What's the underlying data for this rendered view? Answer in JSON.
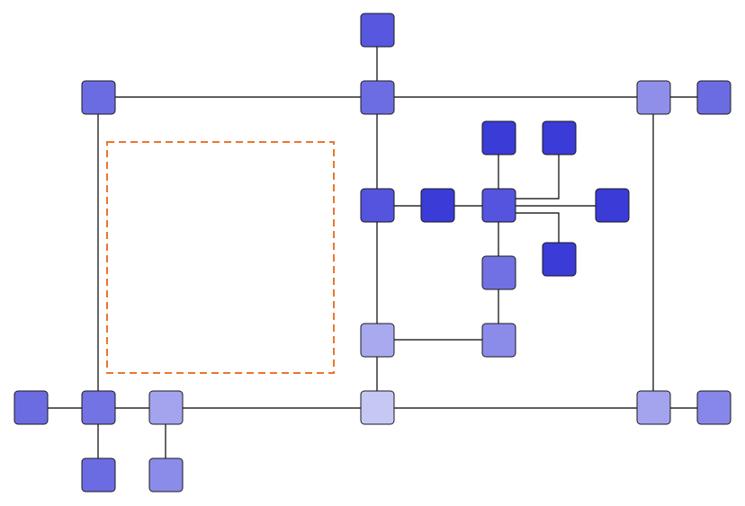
{
  "diagram": {
    "colors": {
      "edge": "#000000",
      "node_border": "#1a1a1a",
      "highlight_region": "#e8772e"
    },
    "nodes": [
      {
        "id": "n-top",
        "color": "#5757e0"
      },
      {
        "id": "n-hub-top",
        "color": "#6d6de3"
      },
      {
        "id": "n-top-left",
        "color": "#6c6ce2"
      },
      {
        "id": "n-top-right",
        "color": "#8f8fea"
      },
      {
        "id": "n-far-top-right",
        "color": "#6c6ce2"
      },
      {
        "id": "n-mid-left",
        "color": "#5454df"
      },
      {
        "id": "n-mid-a",
        "color": "#3b3bd8"
      },
      {
        "id": "n-mid-hub",
        "color": "#5454df"
      },
      {
        "id": "n-up-a",
        "color": "#3b3bd8"
      },
      {
        "id": "n-up-b",
        "color": "#3b3bd8"
      },
      {
        "id": "n-right-a",
        "color": "#3b3bd8"
      },
      {
        "id": "n-down-b",
        "color": "#3b3bd8"
      },
      {
        "id": "n-below-hub",
        "color": "#7171e4"
      },
      {
        "id": "n-lower-right",
        "color": "#8b8bea"
      },
      {
        "id": "n-lower-left",
        "color": "#a9a9ef"
      },
      {
        "id": "n-bottom-center",
        "color": "#c7c7f4"
      },
      {
        "id": "n-bottom-right",
        "color": "#a3a3ee"
      },
      {
        "id": "n-far-bottom-right",
        "color": "#8787e9"
      },
      {
        "id": "n-far-left",
        "color": "#6c6ce2"
      },
      {
        "id": "n-left-corner",
        "color": "#7373e4"
      },
      {
        "id": "n-left-second",
        "color": "#a4a4ee"
      },
      {
        "id": "n-leaf-1",
        "color": "#6c6ce2"
      },
      {
        "id": "n-leaf-2",
        "color": "#8b8bea"
      }
    ]
  }
}
